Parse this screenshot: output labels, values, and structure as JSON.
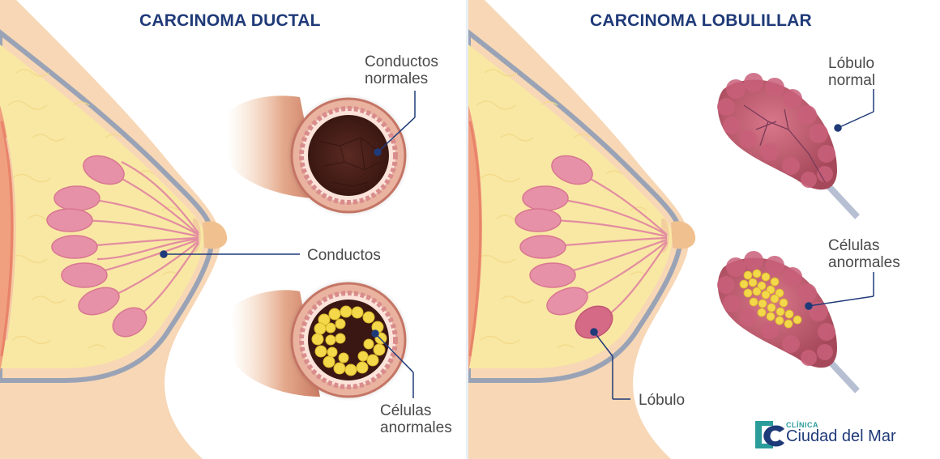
{
  "panels": {
    "left": {
      "title": "CARCINOMA DUCTAL",
      "labels": {
        "normal_ducts": [
          "Conductos",
          "normales"
        ],
        "ducts": "Conductos",
        "abnormal_cells": [
          "Células",
          "anormales"
        ]
      }
    },
    "right": {
      "title": "CARCINOMA LOBULILLAR",
      "labels": {
        "normal_lobule": [
          "Lóbulo",
          "normal"
        ],
        "abnormal_cells": [
          "Células",
          "anormales"
        ],
        "lobule": "Lóbulo"
      }
    }
  },
  "logo": {
    "small_text": "CLÍNICA",
    "name": "Ciudad del Mar"
  },
  "colors": {
    "title": "#1f3a78",
    "skin": "#f7d7b5",
    "fat": "#f8e8a4",
    "lobule": "#e691a7",
    "duct_wall": "#c57565",
    "abnormal_cell": "#f3d84a",
    "pointer": "#1f3a78"
  }
}
